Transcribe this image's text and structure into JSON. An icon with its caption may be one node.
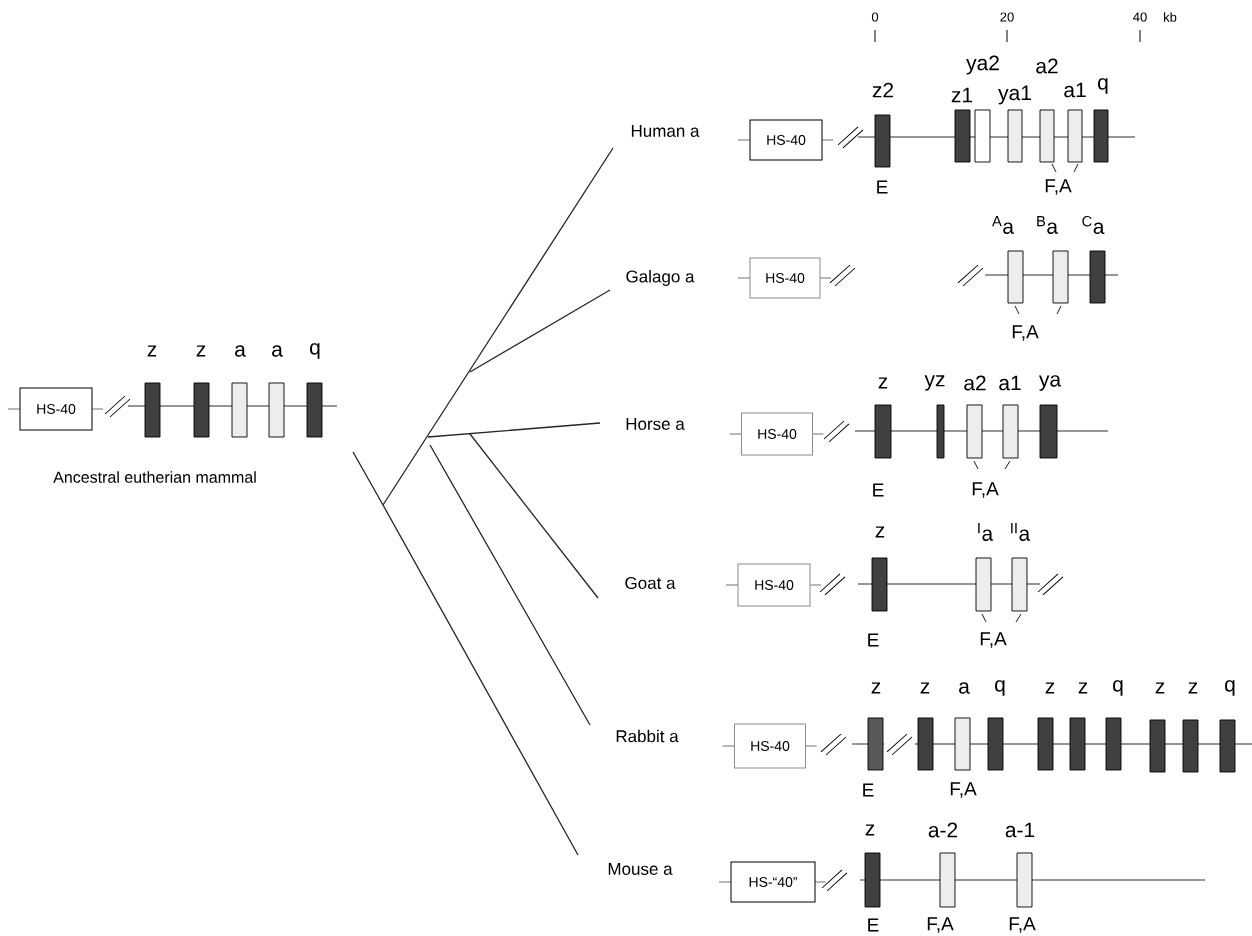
{
  "diagram": {
    "nodes": [
      {
        "text": [
          "HS-40"
        ]
      },
      {
        "text": [
          "HS-40"
        ]
      },
      {
        "text": [
          "HS-40"
        ]
      },
      {
        "text": [
          "HS-40"
        ]
      },
      {
        "text": [
          "HS-40"
        ]
      },
      {
        "text": [
          "HS-40"
        ]
      },
      {
        "text": [
          "HS-“40”"
        ]
      }
    ],
    "labels": [
      "0",
      "20",
      "40",
      "kb",
      "ya2",
      "a2",
      "z2",
      "z1",
      "ya1",
      "a1",
      "q",
      "Human a",
      "E",
      "F,A",
      "$^{A}$a",
      "$^{B}$a",
      "$^{C}$a",
      "Galago a",
      "F,A",
      "z",
      "z",
      "a",
      "a",
      "q",
      "Ancestral eutherian mammal",
      "z",
      "yz",
      "a2",
      "a1",
      "ya",
      "Horse a",
      "E",
      "F,A",
      "z",
      "$^{I}$a",
      "$^{II}$a",
      "Goat a",
      "E",
      "F,A",
      "z",
      "z",
      "a",
      "q",
      "z",
      "z",
      "q",
      "z",
      "z",
      "q",
      "Rabbit a",
      "E",
      "F,A",
      "z",
      "a-2",
      "a-1",
      "Mouse a",
      "E",
      "F,A",
      "F,A"
    ]
  }
}
